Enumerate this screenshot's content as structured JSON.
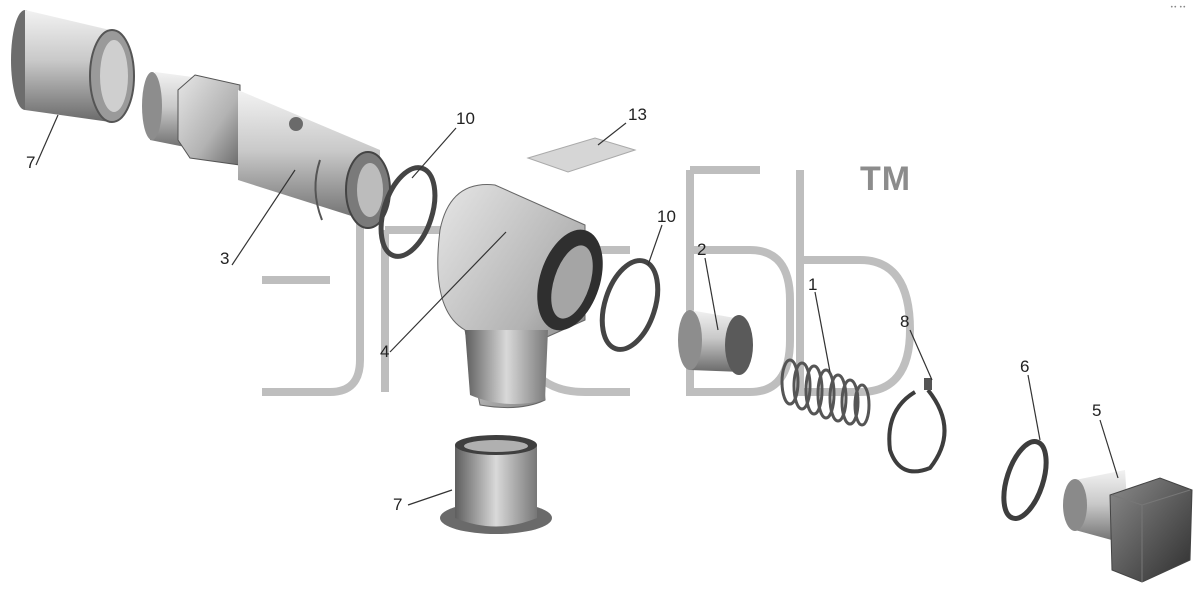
{
  "watermark": {
    "tm": "TM",
    "corner": "•• ••"
  },
  "callouts": {
    "c7a": "7",
    "c3": "3",
    "c10a": "10",
    "c13": "13",
    "c4": "4",
    "c10b": "10",
    "c2": "2",
    "c1": "1",
    "c8": "8",
    "c6": "6",
    "c5": "5",
    "c7b": "7"
  }
}
